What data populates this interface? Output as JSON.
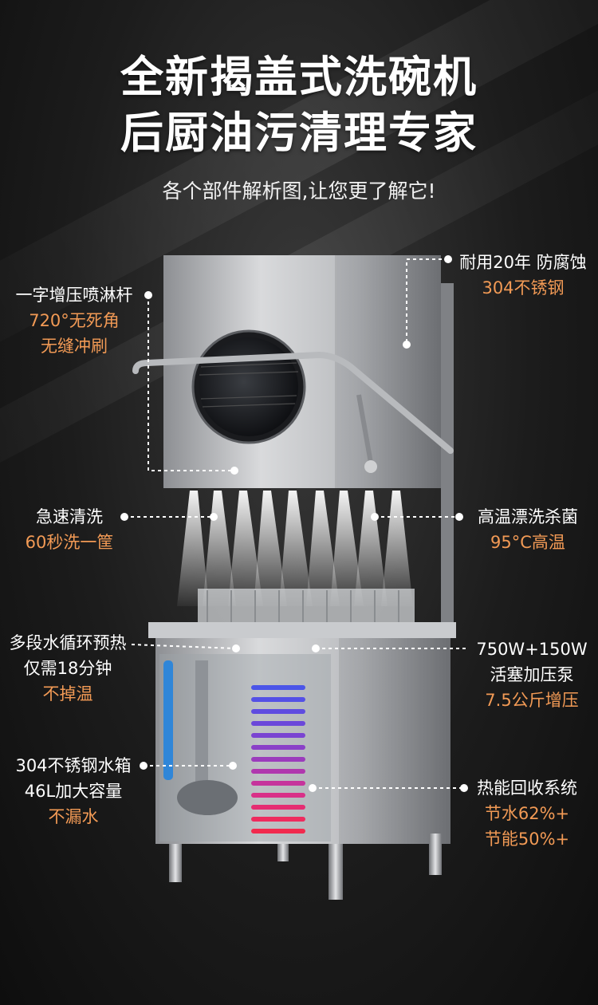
{
  "headline": {
    "line1": "全新揭盖式洗碗机",
    "line2": "后厨油污清理专家",
    "subtitle": "各个部件解析图,让您更了解它!"
  },
  "callouts": {
    "spray_arm": {
      "line1": "一字增压喷淋杆",
      "line2": "720°无死角",
      "line3": "无缝冲刷"
    },
    "steel_body": {
      "line1": "耐用20年 防腐蚀",
      "line2": "304不锈钢"
    },
    "fast_wash": {
      "line1": "急速清洗",
      "line2": "60秒洗一筐"
    },
    "rinse": {
      "line1": "高温漂洗杀菌",
      "line2": "95°C高温"
    },
    "preheat": {
      "line1": "多段水循环预热",
      "line2": "仅需18分钟",
      "line3": "不掉温"
    },
    "pump": {
      "line1": "750W+150W",
      "line2": "活塞加压泵",
      "line3": "7.5公斤增压"
    },
    "tank": {
      "line1": "304不锈钢水箱",
      "line2": "46L加大容量",
      "line3": "不漏水"
    },
    "heat_recovery": {
      "line1": "热能回收系统",
      "line2": "节水62%+",
      "line3": "节能50%+"
    }
  },
  "colors": {
    "accent": "#f29a55",
    "text": "#ffffff",
    "background": "#1c1c1c"
  }
}
